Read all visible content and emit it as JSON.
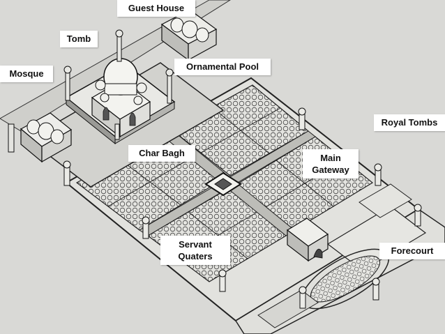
{
  "labels": {
    "guest_house": "Guest House",
    "tomb": "Tomb",
    "mosque": "Mosque",
    "ornamental_pool": "Ornamental Pool",
    "royal_tombs": "Royal Tombs",
    "char_bagh": "Char Bagh",
    "main_gateway_line1": "Main",
    "main_gateway_line2": "Gateway",
    "servant_quaters_line1": "Servant",
    "servant_quaters_line2": "Quaters",
    "forecourt": "Forecourt"
  }
}
